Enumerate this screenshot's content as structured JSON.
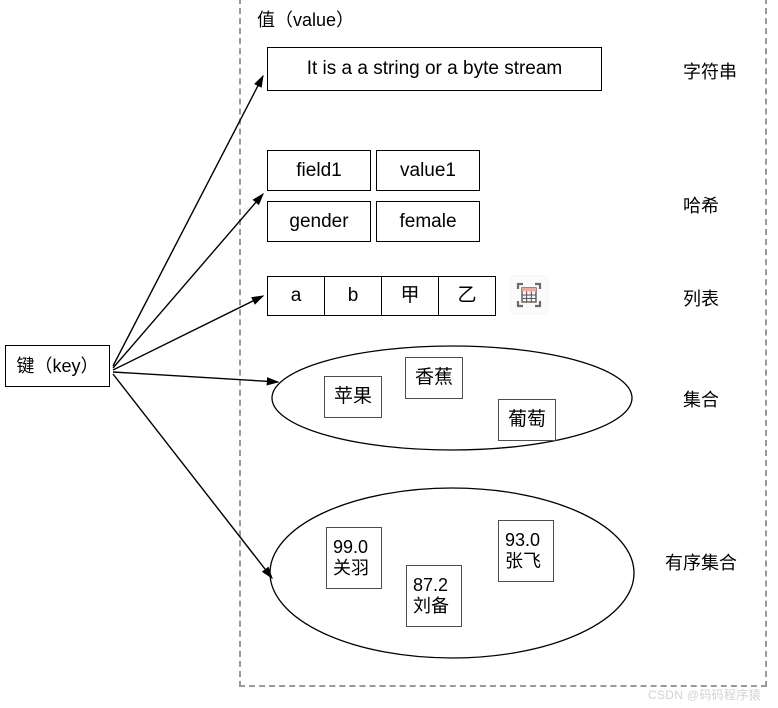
{
  "diagram": {
    "title_left": "键（key）",
    "value_region_header": "值（value）",
    "key_label": "键（key）"
  },
  "string": {
    "text": "It is a a string or a byte stream",
    "type_label": "字符串"
  },
  "hash": {
    "type_label": "哈希",
    "rows": [
      {
        "field": "field1",
        "value": "value1"
      },
      {
        "field": "gender",
        "value": "female"
      }
    ]
  },
  "list": {
    "type_label": "列表",
    "items": [
      "a",
      "b",
      "甲",
      "乙"
    ],
    "icon_name": "table-scan-icon"
  },
  "set": {
    "type_label": "集合",
    "items": [
      "苹果",
      "香蕉",
      "葡萄"
    ]
  },
  "zset": {
    "type_label": "有序集合",
    "items": [
      {
        "score": "99.0",
        "member": "关羽"
      },
      {
        "score": "87.2",
        "member": "刘备"
      },
      {
        "score": "93.0",
        "member": "张飞"
      }
    ]
  },
  "watermark": {
    "text": "CSDN @码码程序猿"
  },
  "colors": {
    "stroke": "#000000",
    "dashed_border": "#9a9a9a",
    "background": "#ffffff",
    "watermark": "#d3d3d3",
    "icon_accent": "#f0a9a0"
  }
}
